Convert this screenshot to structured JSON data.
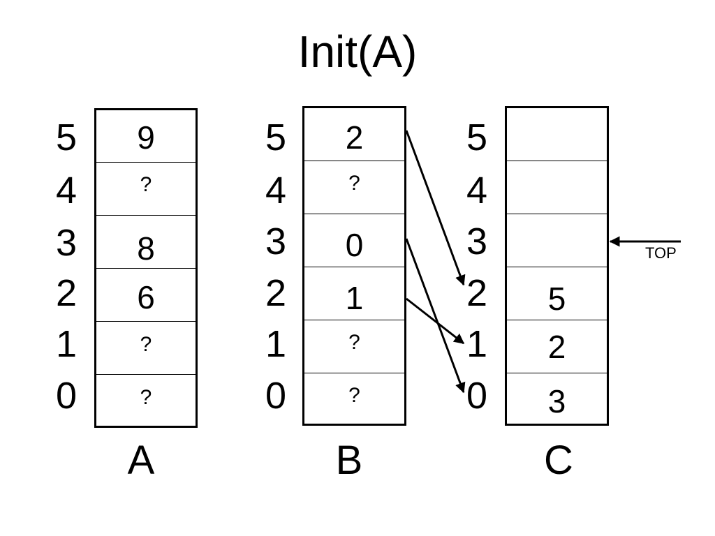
{
  "title": "Init(A)",
  "indices": [
    "5",
    "4",
    "3",
    "2",
    "1",
    "0"
  ],
  "arrays": [
    {
      "name": "A",
      "cells": [
        "9",
        "?",
        "8",
        "6",
        "?",
        "?"
      ]
    },
    {
      "name": "B",
      "cells": [
        "2",
        "?",
        "0",
        "1",
        "?",
        "?"
      ]
    },
    {
      "name": "C",
      "cells": [
        "",
        "",
        "",
        "5",
        "2",
        "3"
      ]
    }
  ],
  "top_pointer": {
    "label": "TOP",
    "points_to_index": 3
  },
  "links": [
    {
      "from_array": "B",
      "from_index": 5,
      "to_array": "C",
      "to_index": 2
    },
    {
      "from_array": "B",
      "from_index": 3,
      "to_array": "C",
      "to_index": 0
    },
    {
      "from_array": "B",
      "from_index": 2,
      "to_array": "C",
      "to_index": 1
    }
  ]
}
